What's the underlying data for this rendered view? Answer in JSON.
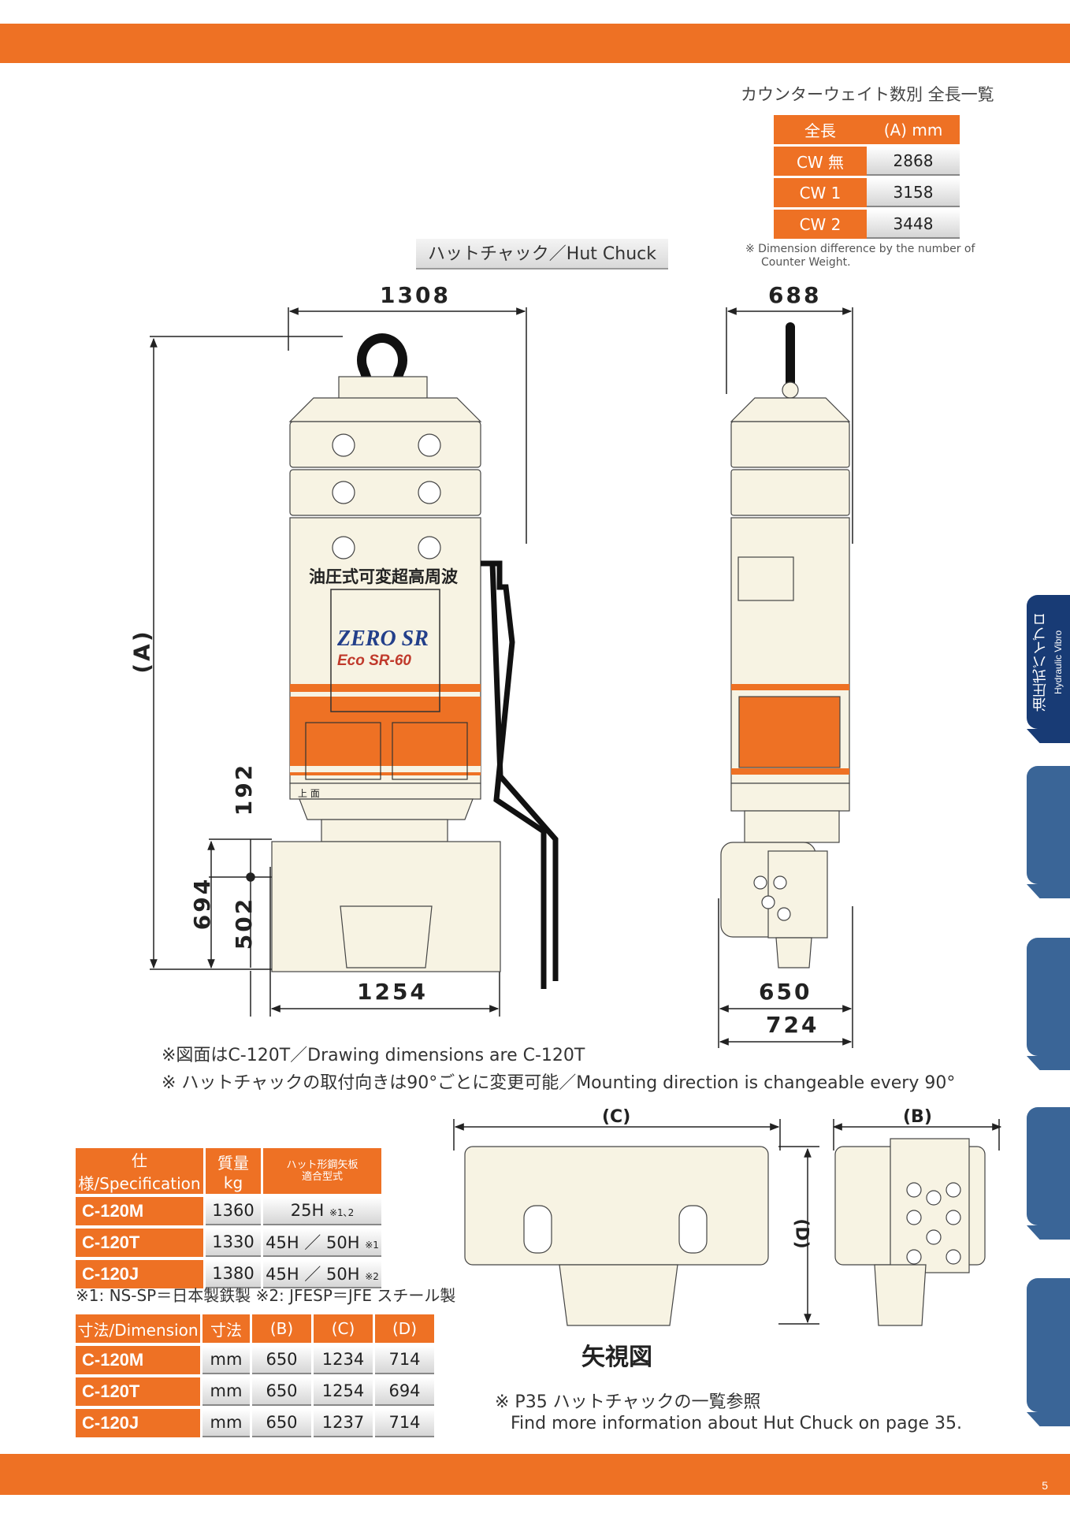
{
  "cw_table": {
    "title": "カウンターウェイト数別 全長一覧",
    "header": [
      "全長",
      "(A) mm"
    ],
    "rows": [
      {
        "label": "CW 無",
        "value": "2868"
      },
      {
        "label": "CW 1",
        "value": "3158"
      },
      {
        "label": "CW 2",
        "value": "3448"
      }
    ],
    "note_line1": "※ Dimension difference by the number of",
    "note_line2": "Counter Weight."
  },
  "hut_chuck_label": "ハットチャック／Hut Chuck",
  "drawing": {
    "front_width": "1308",
    "side_width": "688",
    "height_label": "(A)",
    "dim_192": "192",
    "dim_694": "694",
    "dim_502": "502",
    "bottom_width": "1254",
    "side_650": "650",
    "side_724": "724",
    "machine_text": "油圧式可変超高周波",
    "logo_main": "ZERO SR",
    "logo_sub": "Eco SR-60",
    "top_mark": "上 面"
  },
  "notes": [
    "※図面はC-120T／Drawing dimensions are C-120T",
    "※ ハットチャックの取付向きは90°ごとに変更可能／Mounting direction is changeable every 90°"
  ],
  "spec_table": {
    "headers": [
      "仕様/Specification",
      "質量 kg",
      "ハット形鋼矢板\n適合型式"
    ],
    "rows": [
      {
        "model": "C-120M",
        "mass": "1360",
        "type": "25H",
        "mark": "※1､2"
      },
      {
        "model": "C-120T",
        "mass": "1330",
        "type": "45H ／ 50H",
        "mark": "※1"
      },
      {
        "model": "C-120J",
        "mass": "1380",
        "type": "45H ／ 50H",
        "mark": "※2"
      }
    ],
    "note": "※1: NS-SP＝日本製鉄製 ※2: JFESP＝JFE スチール製"
  },
  "dim_table": {
    "headers": [
      "寸法/Dimension",
      "寸法",
      "(B)",
      "(C)",
      "(D)"
    ],
    "rows": [
      {
        "model": "C-120M",
        "unit": "mm",
        "b": "650",
        "c": "1234",
        "d": "714"
      },
      {
        "model": "C-120T",
        "unit": "mm",
        "b": "650",
        "c": "1254",
        "d": "694"
      },
      {
        "model": "C-120J",
        "unit": "mm",
        "b": "650",
        "c": "1237",
        "d": "714"
      }
    ]
  },
  "view_labels": {
    "c": "(C)",
    "b": "(B)",
    "d": "(D)",
    "arrow_view": "矢視図"
  },
  "ref_note": {
    "line1": "※ P35 ハットチャックの一覧参照",
    "line2": "Find more information about Hut Chuck on page 35."
  },
  "side_tab": {
    "jp": "油圧式バイブロ",
    "en": "Hydraulic Vibro"
  },
  "page_number": "5",
  "colors": {
    "accent": "#ee7124",
    "tab_active": "#183b75",
    "tab": "#3a6597",
    "machine_body": "#f7f3e3"
  }
}
